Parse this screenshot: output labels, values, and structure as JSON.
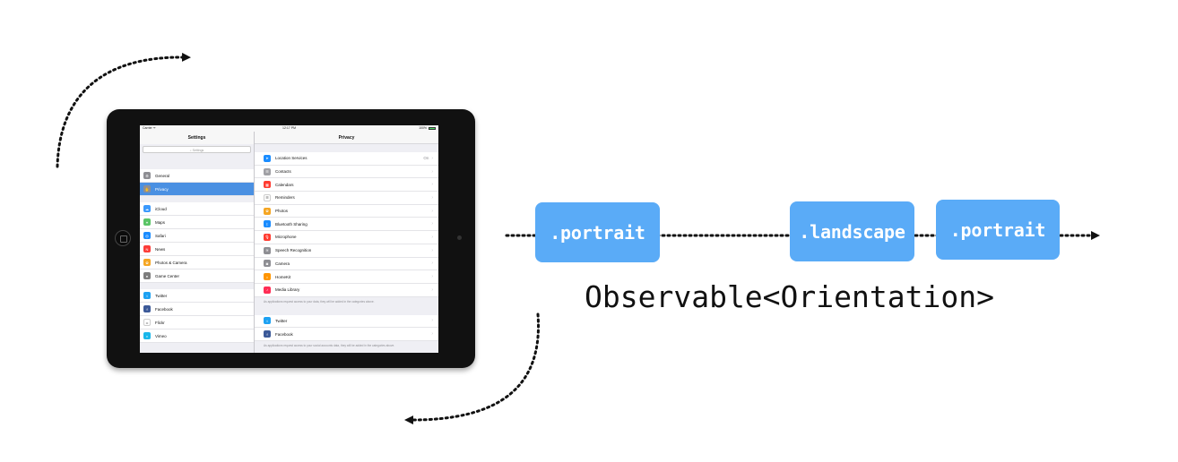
{
  "ipad": {
    "status": {
      "carrier": "Carrier ᯤ",
      "time": "12:17 PM",
      "battery": "100%"
    },
    "master": {
      "title": "Settings",
      "search_placeholder": "⌕ Settings",
      "groups": [
        [
          {
            "label": "General",
            "icon": "gear-icon",
            "color": "#8e8e93"
          },
          {
            "label": "Privacy",
            "icon": "hand-icon",
            "color": "#8e8e93",
            "selected": true
          }
        ],
        [
          {
            "label": "iCloud",
            "icon": "cloud-icon",
            "color": "#3b99fc"
          },
          {
            "label": "Maps",
            "icon": "map-icon",
            "color": "#5ac466"
          },
          {
            "label": "Safari",
            "icon": "compass-icon",
            "color": "#1a8cff"
          },
          {
            "label": "News",
            "icon": "news-icon",
            "color": "#fc3d39"
          },
          {
            "label": "Photos & Camera",
            "icon": "flower-icon",
            "color": "#f5a623"
          },
          {
            "label": "Game Center",
            "icon": "bubbles-icon",
            "color": "#7d7d7d"
          }
        ],
        [
          {
            "label": "Twitter",
            "icon": "twitter-icon",
            "color": "#1da1f2"
          },
          {
            "label": "Facebook",
            "icon": "facebook-icon",
            "color": "#3b5998"
          },
          {
            "label": "Flickr",
            "icon": "flickr-icon",
            "color": "#ffffff"
          },
          {
            "label": "Vimeo",
            "icon": "vimeo-icon",
            "color": "#1ab7ea"
          }
        ]
      ]
    },
    "detail": {
      "title": "Privacy",
      "groups": [
        {
          "rows": [
            {
              "label": "Location Services",
              "value": "On",
              "icon": "location-arrow-icon",
              "color": "#1a8cff"
            },
            {
              "label": "Contacts",
              "icon": "contacts-icon",
              "color": "#a0a0a5"
            },
            {
              "label": "Calendars",
              "icon": "calendar-icon",
              "color": "#ff3b30"
            },
            {
              "label": "Reminders",
              "icon": "list-icon",
              "color": "#ffffff"
            },
            {
              "label": "Photos",
              "icon": "flower-icon",
              "color": "#f5a623"
            },
            {
              "label": "Bluetooth Sharing",
              "icon": "bluetooth-icon",
              "color": "#1a8cff"
            },
            {
              "label": "Microphone",
              "icon": "microphone-icon",
              "color": "#ff3b30"
            },
            {
              "label": "Speech Recognition",
              "icon": "waveform-icon",
              "color": "#8e8e93"
            },
            {
              "label": "Camera",
              "icon": "camera-icon",
              "color": "#8e8e93"
            },
            {
              "label": "HomeKit",
              "icon": "home-icon",
              "color": "#ff9500"
            },
            {
              "label": "Media Library",
              "icon": "music-icon",
              "color": "#ff2d55"
            }
          ],
          "footer": "As applications request access to your data, they will be added in the categories above."
        },
        {
          "rows": [
            {
              "label": "Twitter",
              "icon": "twitter-icon",
              "color": "#1da1f2"
            },
            {
              "label": "Facebook",
              "icon": "facebook-icon",
              "color": "#3b5998"
            }
          ],
          "footer": "As applications request access to your social accounts data, they will be added in the categories above."
        }
      ]
    }
  },
  "stream": {
    "events": [
      ".portrait",
      ".landscape",
      ".portrait"
    ],
    "label": "Observable<Orientation>",
    "pill_color": "#5aabf7"
  }
}
